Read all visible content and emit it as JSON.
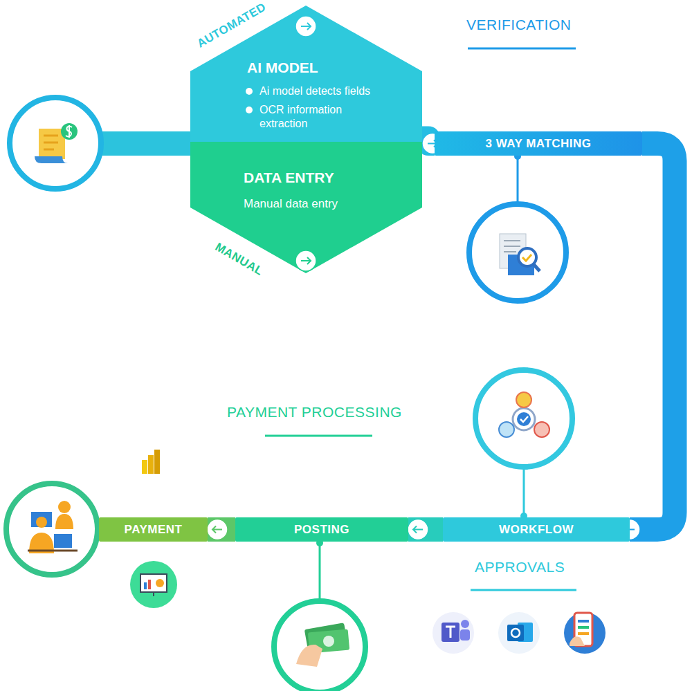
{
  "diagram": {
    "nodes": [
      {
        "text": [
          "AUTOMATED",
          "AI MODEL",
          "Ai model detects fields",
          "OCR information extraction"
        ]
      },
      {
        "text": [
          "DATA ENTRY",
          "Manual data entry",
          "MANUAL"
        ]
      },
      {
        "text": [
          "3 WAY MATCHING"
        ]
      },
      {
        "text": [
          "WORKFLOW"
        ]
      },
      {
        "text": [
          "POSTING"
        ]
      },
      {
        "text": [
          "PAYMENT"
        ]
      }
    ],
    "edges": [
      {
        "from": 0,
        "to": 2,
        "arrow": "to"
      },
      {
        "from": 2,
        "to": 3,
        "arrow": "to"
      },
      {
        "from": 3,
        "to": 4,
        "arrow": "to"
      },
      {
        "from": 4,
        "to": 5,
        "arrow": "to"
      }
    ],
    "labels": [
      "VERIFICATION",
      "PAYMENT PROCESSING",
      "APPROVALS"
    ]
  }
}
